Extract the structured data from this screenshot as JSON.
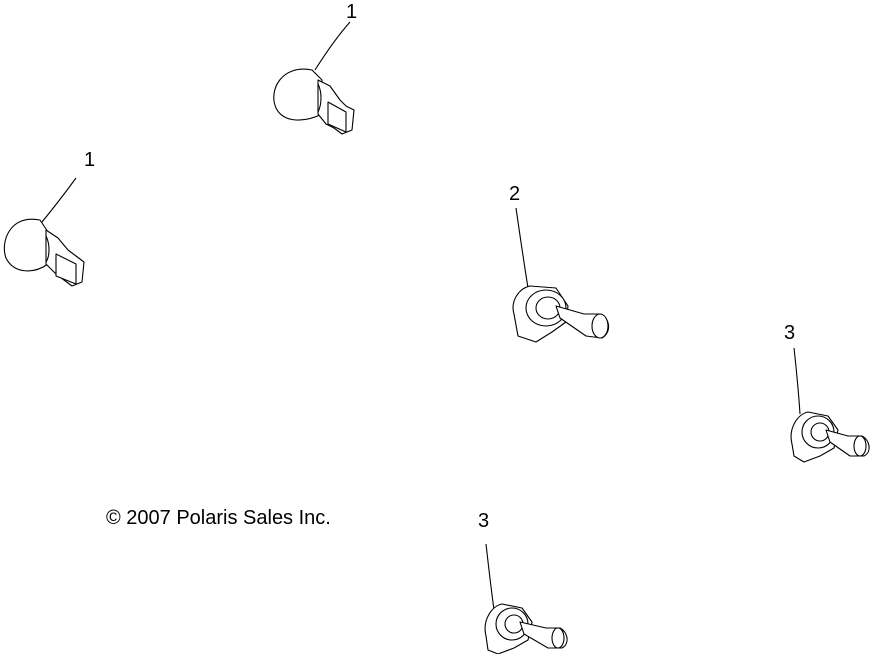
{
  "copyright": "© 2007 Polaris Sales Inc.",
  "callouts": [
    {
      "id": "callout-1a",
      "label": "1"
    },
    {
      "id": "callout-1b",
      "label": "1"
    },
    {
      "id": "callout-2",
      "label": "2"
    },
    {
      "id": "callout-3a",
      "label": "3"
    },
    {
      "id": "callout-3b",
      "label": "3"
    }
  ]
}
